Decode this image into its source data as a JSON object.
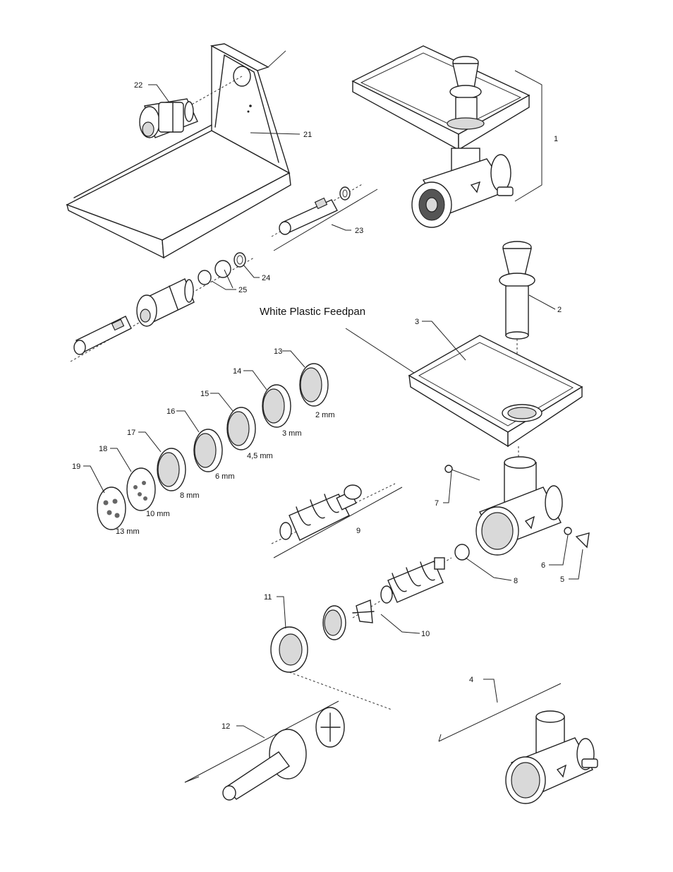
{
  "caption": "White Plastic Feedpan",
  "callouts": {
    "c1": "1",
    "c2": "2",
    "c3": "3",
    "c4": "4",
    "c5": "5",
    "c6": "6",
    "c7": "7",
    "c8": "8",
    "c9": "9",
    "c10": "10",
    "c11": "11",
    "c12": "12",
    "c13": "13",
    "c14": "14",
    "c15": "15",
    "c16": "16",
    "c17": "17",
    "c18": "18",
    "c19": "19",
    "c21": "21",
    "c22": "22",
    "c23": "23",
    "c24": "24",
    "c25": "25"
  },
  "plate_sizes": {
    "p13": "2 mm",
    "p14": "3 mm",
    "p15": "4,5 mm",
    "p16": "6 mm",
    "p17": "8 mm",
    "p18": "10 mm",
    "p19": "13 mm"
  }
}
